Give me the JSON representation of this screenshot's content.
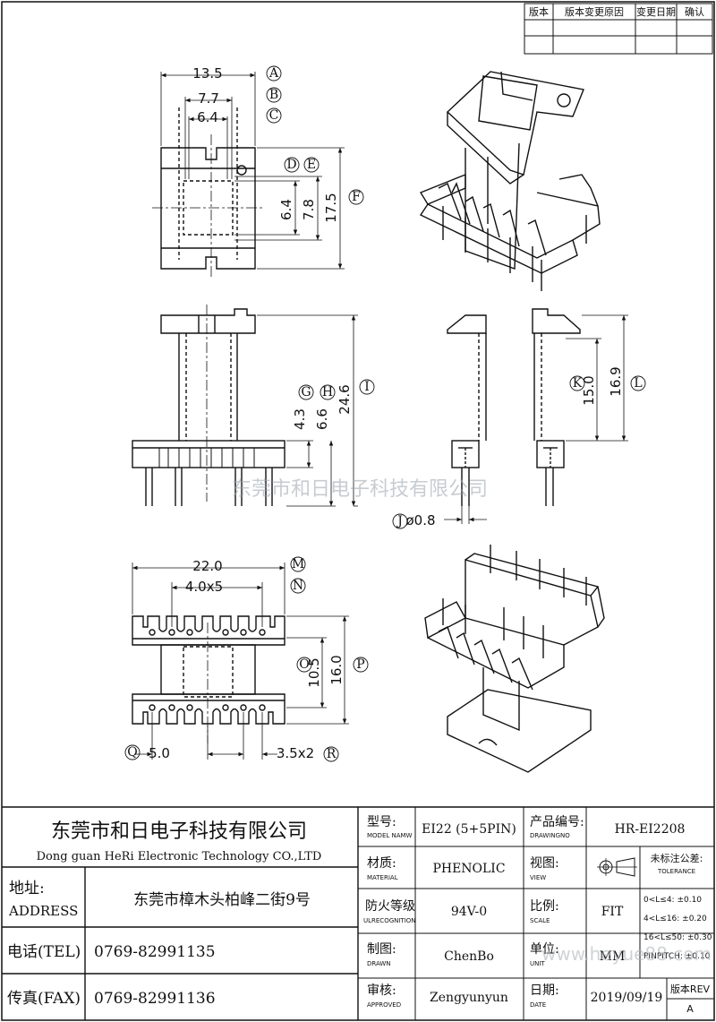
{
  "revision_table": {
    "headers": [
      "版本",
      "版本变更原因",
      "变更日期",
      "确认"
    ]
  },
  "dimensions": {
    "top_13_5": "13.5",
    "top_7_7": "7.7",
    "top_6_4": "6.4",
    "side_6_4": "6.4",
    "side_7_8": "7.8",
    "side_17_5": "17.5",
    "front_4_3": "4.3",
    "front_6_6": "6.6",
    "front_24_6": "24.6",
    "right_15_0": "15.0",
    "right_16_9": "16.9",
    "pin_dia": "ø0.8",
    "bottom_22_0": "22.0",
    "bottom_4_0x5": "4.0x5",
    "bottom_10_5": "10.5",
    "bottom_16_0": "16.0",
    "bottom_5_0": "5.0",
    "bottom_3_5x2": "3.5x2"
  },
  "markers": {
    "A": "A",
    "B": "B",
    "C": "C",
    "D": "D",
    "E": "E",
    "F": "F",
    "G": "G",
    "H": "H",
    "I": "I",
    "J": "J",
    "K": "K",
    "L": "L",
    "M": "M",
    "N": "N",
    "O": "O",
    "P": "P",
    "Q": "Q",
    "R": "R"
  },
  "watermark": {
    "center": "东莞市和日电子科技有限公司",
    "corner": "www.heyue88.com"
  },
  "title_block": {
    "company_cn": "东莞市和日电子科技有限公司",
    "company_en": "Dong guan HeRi Electronic Technology CO.,LTD",
    "address_label_cn": "地址:",
    "address_label_en": "ADDRESS",
    "address_value": "东莞市樟木头柏峰二街9号",
    "tel_label": "电话(TEL)",
    "tel_value": "0769-82991135",
    "fax_label": "传真(FAX)",
    "fax_value": "0769-82991136",
    "model_label": "型号:",
    "model_sub": "MODEL NAMW",
    "model_value": "EI22 (5+5PIN)",
    "drawing_no_label": "产品编号:",
    "drawing_no_sub": "DRAWINGNO",
    "drawing_no_value": "HR-EI2208",
    "material_label": "材质:",
    "material_sub": "MATERIAL",
    "material_value": "PHENOLIC",
    "view_label": "视图:",
    "view_sub": "VIEW",
    "tolerance_label": "未标注公差:",
    "tolerance_sub": "TOLERANCE",
    "tolerance_rows": [
      "0<L≤4: ±0.10",
      "4<L≤16: ±0.20",
      "16<L≤50: ±0.30",
      "PINPITCH: ±0.10"
    ],
    "flame_label": "防火等级",
    "flame_sub": "ULRECOGNITION",
    "flame_value": "94V-0",
    "scale_label": "比例:",
    "scale_sub": "SCALE",
    "scale_value": "FIT",
    "drawn_label": "制图:",
    "drawn_sub": "DRAWN",
    "drawn_value": "ChenBo",
    "unit_label": "单位:",
    "unit_sub": "UNIT",
    "unit_value": "MM",
    "approved_label": "审核:",
    "approved_sub": "APPROVED",
    "approved_value": "Zengyunyun",
    "date_label": "日期:",
    "date_sub": "DATE",
    "date_value": "2019/09/19",
    "rev_label": "版本REV",
    "rev_value": "A"
  }
}
